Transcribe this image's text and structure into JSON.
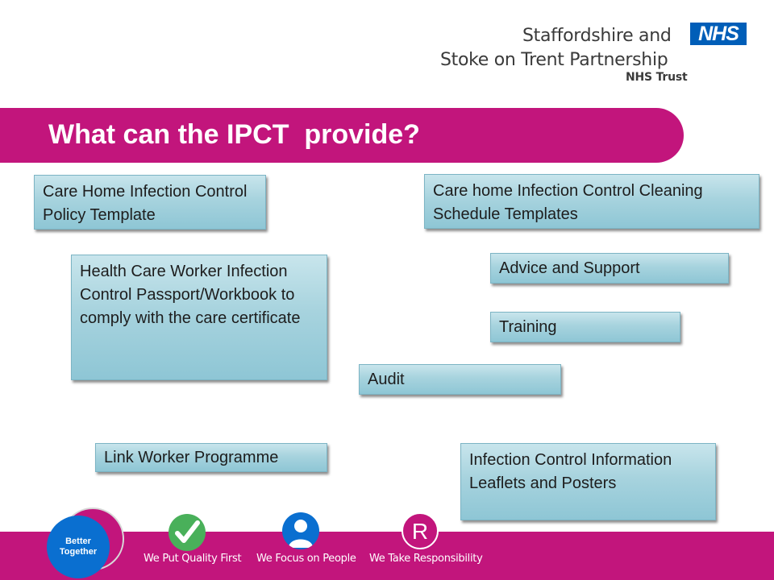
{
  "header": {
    "org_line1": "Staffordshire and",
    "org_line2": "Stoke on Trent Partnership",
    "org_line3": "NHS Trust",
    "nhs_logo_text": "NHS"
  },
  "slide": {
    "title": "What can the IPCT  provide?",
    "boxes": [
      "Care Home Infection Control Policy Template",
      "Care home Infection Control Cleaning Schedule Templates",
      "Health Care Worker Infection Control Passport/Workbook to comply with the care certificate",
      "Advice and Support",
      "Training",
      "Audit",
      "Link Worker Programme",
      "Infection Control Information Leaflets and Posters"
    ]
  },
  "footer": {
    "logo_text": "Better Together",
    "values": [
      {
        "label": "We Put Quality First",
        "icon": "checkmark-icon"
      },
      {
        "label": "We Focus on People",
        "icon": "person-icon"
      },
      {
        "label": "We Take Responsibility",
        "icon": "r-letter-icon",
        "glyph": "R"
      }
    ]
  },
  "colors": {
    "magenta": "#c2157c",
    "nhs_blue": "#005eb8",
    "box_fill": "#a7d3de",
    "quality_green": "#49b05a",
    "people_blue": "#0a6fd0"
  }
}
